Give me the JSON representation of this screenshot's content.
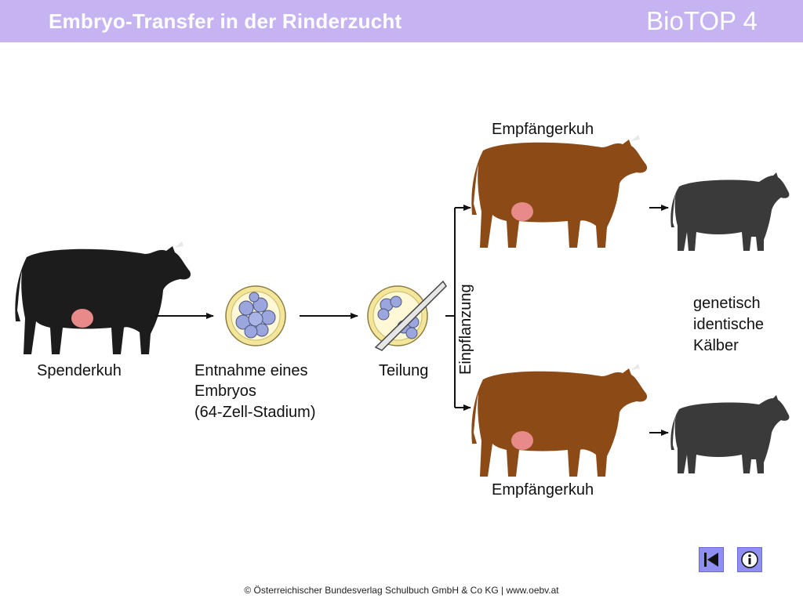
{
  "header": {
    "title": "Embryo-Transfer in der Rinderzucht",
    "brand": "BioTOP 4"
  },
  "labels": {
    "donor": "Spenderkuh",
    "extraction_line1": "Entnahme eines",
    "extraction_line2": "Embryos",
    "extraction_line3": "(64-Zell-Stadium)",
    "division": "Teilung",
    "implantation": "Einpflanzung",
    "recipient_top": "Empfängerkuh",
    "recipient_bottom": "Empfängerkuh",
    "result_line1": "genetisch",
    "result_line2": "identische",
    "result_line3": "Kälber"
  },
  "colors": {
    "header_bg": "#c5b3f2",
    "donor_cow": "#1c1c1c",
    "recipient_cow": "#8b4a16",
    "calf": "#3a3a3a",
    "udder": "#e88a8a",
    "embryo_zona": "#f3e59a",
    "embryo_cells": "#9aa6dd"
  },
  "nav": {
    "back_icon": "skip-back-icon",
    "info_icon": "info-icon"
  },
  "footer": {
    "copyright": "© Österreichischer Bundesverlag Schulbuch GmbH & Co KG | www.oebv.at"
  }
}
